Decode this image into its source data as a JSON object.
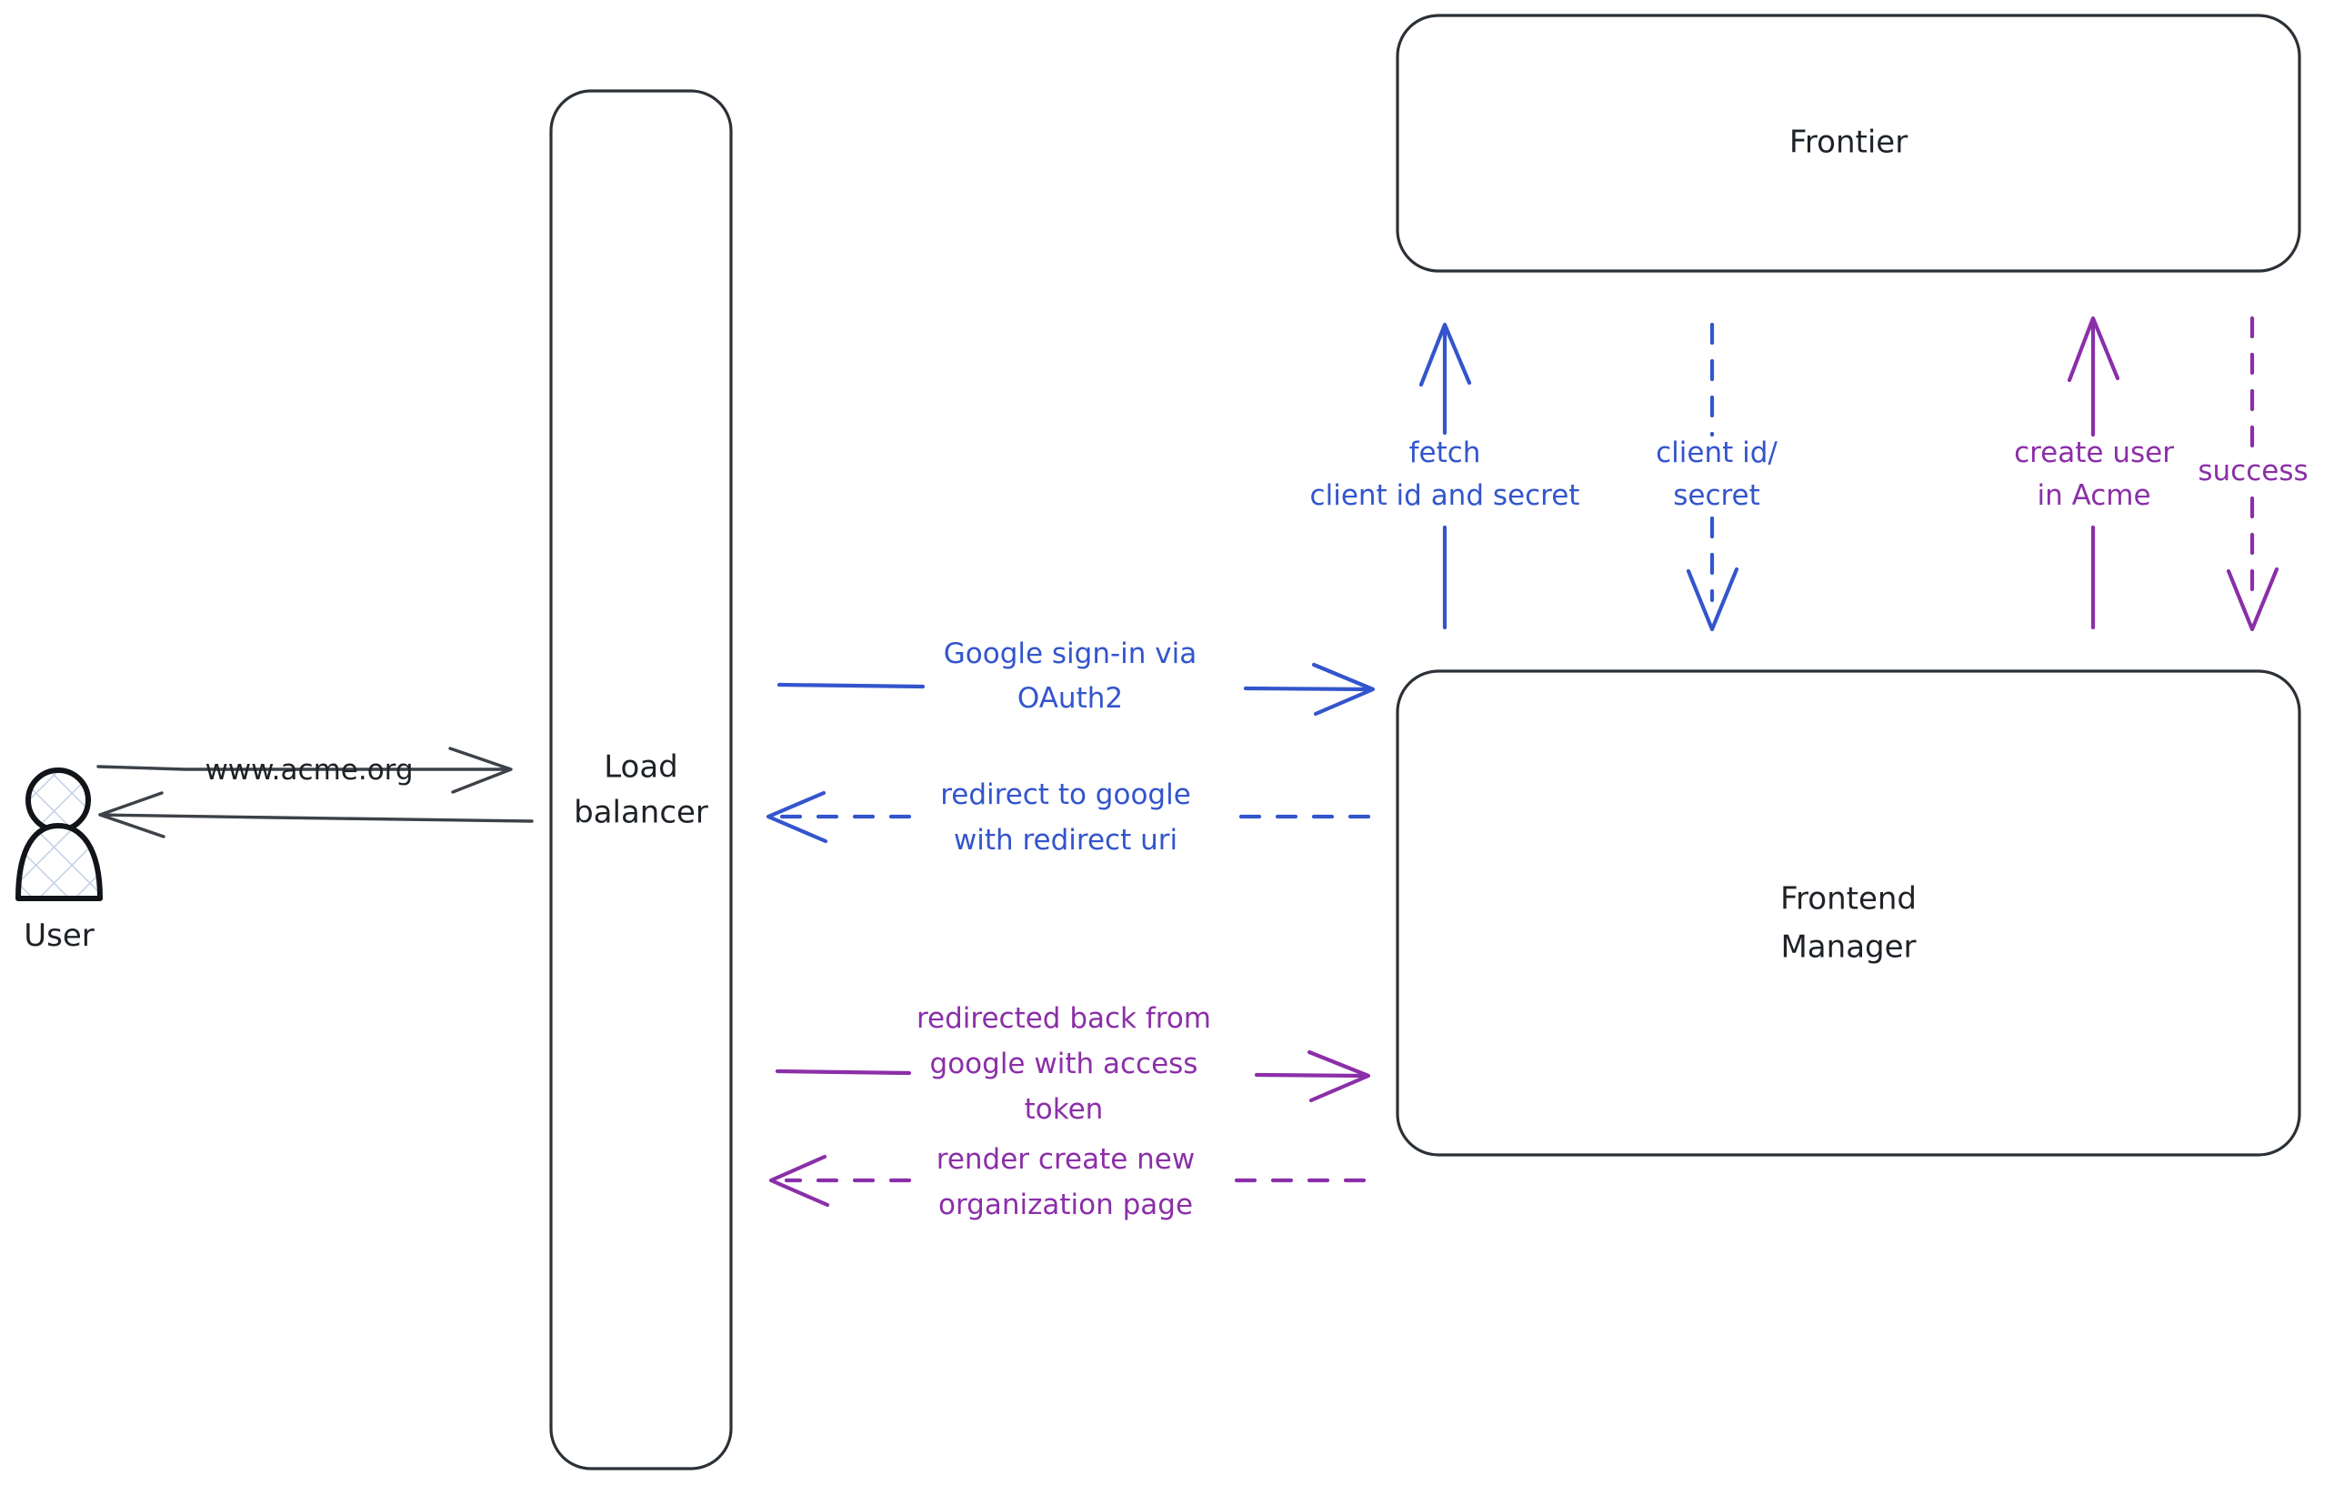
{
  "diagram": {
    "title": "Acme Google OAuth2 sign-in flow",
    "background": "#ffffff",
    "colors": {
      "node_stroke": "#2b3137",
      "node_fill": "#ffffff",
      "actor_stroke": "#111418",
      "actor_hatch": "#c3d0e6",
      "edge_gray": "#3c4248",
      "edge_blue": "#3355cc",
      "edge_purple": "#8b2fa8",
      "text_dark": "#1e2227"
    }
  },
  "nodes": {
    "user": {
      "label": "User"
    },
    "load_balancer": {
      "label_line1": "Load",
      "label_line2": "balancer"
    },
    "frontier": {
      "label": "Frontier"
    },
    "frontend_manager": {
      "label_line1": "Frontend",
      "label_line2": "Manager"
    }
  },
  "edges": [
    {
      "id": "user-to-lb",
      "from": "User",
      "to": "Load balancer",
      "color": "#3c4248",
      "style": "solid",
      "direction": "right",
      "label_lines": [
        "www.acme.org"
      ]
    },
    {
      "id": "lb-to-user",
      "from": "Load balancer",
      "to": "User",
      "color": "#3c4248",
      "style": "solid",
      "direction": "left",
      "label_lines": []
    },
    {
      "id": "lb-to-fm-signin",
      "from": "Load balancer",
      "to": "Frontend Manager",
      "color": "#3355cc",
      "style": "solid",
      "direction": "right",
      "label_lines": [
        "Google sign-in via",
        "OAuth2"
      ]
    },
    {
      "id": "fm-to-lb-redirect",
      "from": "Frontend Manager",
      "to": "Load balancer",
      "color": "#3355cc",
      "style": "dashed",
      "direction": "left",
      "label_lines": [
        "redirect to google",
        "with redirect uri"
      ]
    },
    {
      "id": "lb-to-fm-token",
      "from": "Load balancer",
      "to": "Frontend Manager",
      "color": "#8b2fa8",
      "style": "solid",
      "direction": "right",
      "label_lines": [
        "redirected back from",
        "google with access",
        "token"
      ]
    },
    {
      "id": "fm-to-lb-render",
      "from": "Frontend Manager",
      "to": "Load balancer",
      "color": "#8b2fa8",
      "style": "dashed",
      "direction": "left",
      "label_lines": [
        "render create new",
        "organization page"
      ]
    },
    {
      "id": "fm-to-frontier-fetch",
      "from": "Frontend Manager",
      "to": "Frontier",
      "color": "#3355cc",
      "style": "solid",
      "direction": "up",
      "label_lines": [
        "fetch",
        "client id and secret"
      ]
    },
    {
      "id": "frontier-to-fm-creds",
      "from": "Frontier",
      "to": "Frontend Manager",
      "color": "#3355cc",
      "style": "dashed",
      "direction": "down",
      "label_lines": [
        "client id/",
        "secret"
      ]
    },
    {
      "id": "fm-to-frontier-create-user",
      "from": "Frontend Manager",
      "to": "Frontier",
      "color": "#8b2fa8",
      "style": "solid",
      "direction": "up",
      "label_lines": [
        "create user",
        "in Acme"
      ]
    },
    {
      "id": "frontier-to-fm-success",
      "from": "Frontier",
      "to": "Frontend Manager",
      "color": "#8b2fa8",
      "style": "dashed",
      "direction": "down",
      "label_lines": [
        "success"
      ]
    }
  ]
}
